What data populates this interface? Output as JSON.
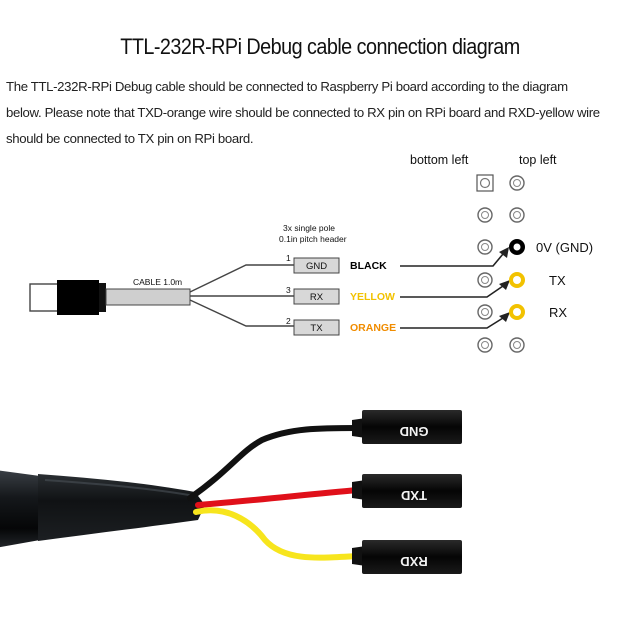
{
  "title": "TTL-232R-RPi Debug cable connection diagram",
  "description_lines": [
    "The TTL-232R-RPi Debug cable should be connected to Raspberry Pi board according to the diagram",
    "below. Please note that TXD-orange wire should be connected to RX pin on RPi board and RXD-yellow wire",
    "should be connected to TX pin on RPi board."
  ],
  "diagram": {
    "cable_label": "CABLE 1.0m",
    "header_label_line1": "3x single pole",
    "header_label_line2": "0.1in pitch header",
    "pins": [
      {
        "number": "1",
        "signal": "GND",
        "wire_color": "BLACK",
        "wire_hex": "#000000"
      },
      {
        "number": "3",
        "signal": "RX",
        "wire_color": "YELLOW",
        "wire_hex": "#f2c200"
      },
      {
        "number": "2",
        "signal": "TX",
        "wire_color": "ORANGE",
        "wire_hex": "#f08c00"
      }
    ],
    "header_col_left": "bottom left",
    "header_col_right": "top left",
    "rpi_labels": {
      "gnd": "0V (GND)",
      "tx": "TX",
      "rx": "RX"
    }
  },
  "photo": {
    "connectors": [
      "GND",
      "TXD",
      "RXD"
    ],
    "wire_colors": {
      "gnd": "#111111",
      "txd": "#e0101a",
      "rxd": "#f7e51d"
    }
  }
}
